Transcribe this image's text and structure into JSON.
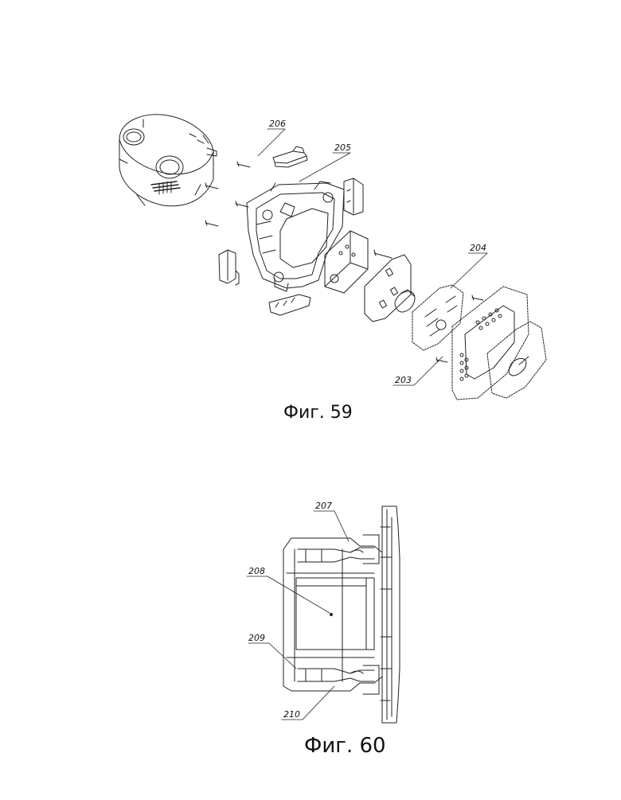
{
  "figures": [
    {
      "caption": "Фиг. 59",
      "labels": {
        "l206": "206",
        "l205": "205",
        "l204": "204",
        "l203": "203"
      }
    },
    {
      "caption": "Фиг. 60",
      "labels": {
        "l207": "207",
        "l208": "208",
        "l209": "209",
        "l210": "210"
      }
    }
  ]
}
